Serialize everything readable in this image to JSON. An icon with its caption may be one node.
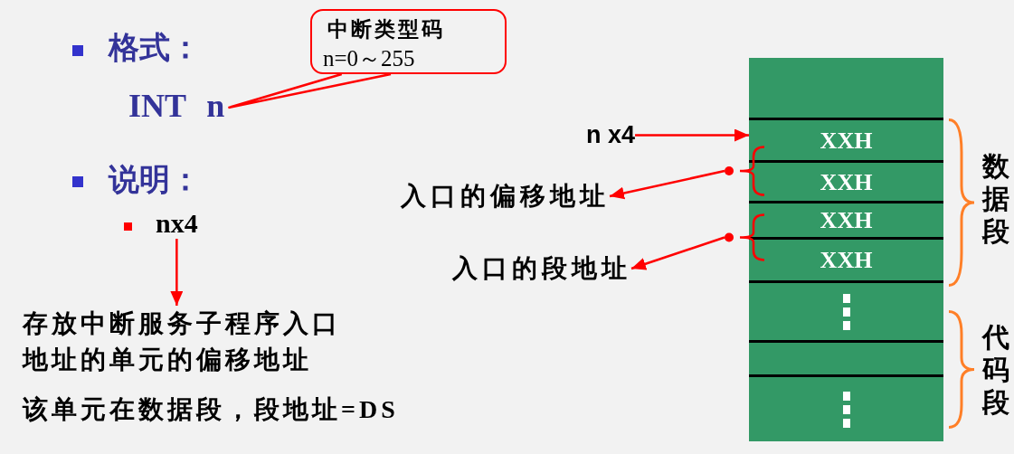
{
  "diagram": {
    "nodes": [
      {
        "text": [
          "中断类型码",
          "n=0～255"
        ]
      },
      {
        "text": [
          "INT n"
        ]
      },
      {
        "text": [
          "nx4"
        ]
      },
      {
        "text": [
          "存放中断服务子程序入口地址的单元的偏移地址"
        ]
      },
      {
        "text": [
          "n x4"
        ]
      },
      {
        "text": [],
        "shape": "box"
      },
      {
        "text": [
          "XXH"
        ]
      },
      {
        "text": [
          "XXH"
        ]
      },
      {
        "text": [
          "XXH"
        ]
      },
      {
        "text": [
          "XXH"
        ]
      },
      {
        "text": [],
        "shape": "box"
      },
      {
        "text": [],
        "shape": "box"
      },
      {
        "text": [],
        "shape": "box"
      },
      {
        "text": [],
        "shape": "brace"
      },
      {
        "text": [
          "入口的偏移地址"
        ]
      },
      {
        "text": [],
        "shape": "brace"
      },
      {
        "text": [
          "入口的段地址"
        ]
      }
    ],
    "edges": [
      {
        "from": 0,
        "to": 1,
        "arrow": "none"
      },
      {
        "from": 2,
        "to": 3,
        "arrow": "to"
      },
      {
        "from": 4,
        "to": 6,
        "arrow": "to"
      },
      {
        "from": 13,
        "to": 14,
        "arrow": "to"
      },
      {
        "from": 15,
        "to": 16,
        "arrow": "to"
      }
    ],
    "labels": [
      "格式：",
      "说明：",
      "该单元在数据段，段地址=DS",
      "数据段",
      "代码段"
    ]
  }
}
